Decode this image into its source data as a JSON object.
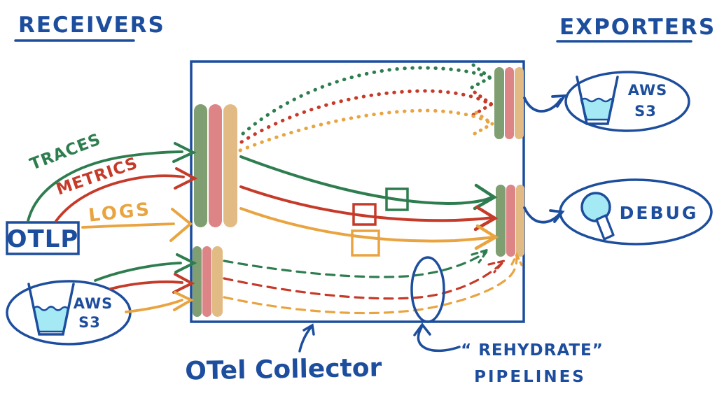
{
  "titles": {
    "receivers": "RECEIVERS",
    "exporters": "EXPORTERS"
  },
  "signals": {
    "traces": "TRACES",
    "metrics": "METRICS",
    "logs": "LOGS"
  },
  "receivers": {
    "otlp": "OTLP",
    "aws_s3": {
      "line1": "AWS",
      "line2": "S3"
    }
  },
  "exporters": {
    "aws_s3": {
      "line1": "AWS",
      "line2": "S3"
    },
    "debug": "DEBUG"
  },
  "collector": {
    "label": "OTel Collector"
  },
  "annotations": {
    "rehydrate": "“ REHYDRATE”",
    "pipelines": "PIPELINES"
  },
  "icons": {
    "receiver_bucket": "s3-bucket-icon",
    "exporter_bucket": "s3-bucket-icon",
    "debug_icon": "magnifier-icon"
  },
  "colors": {
    "ink_blue": "#1d4e9e",
    "traces_green": "#2e7d4f",
    "metrics_red": "#c53a28",
    "logs_orange": "#e9a440",
    "bar_green": "#7f9f72",
    "bar_red": "#dc8486",
    "bar_tan": "#e2bb84",
    "water_cyan": "#a5e9f5"
  }
}
